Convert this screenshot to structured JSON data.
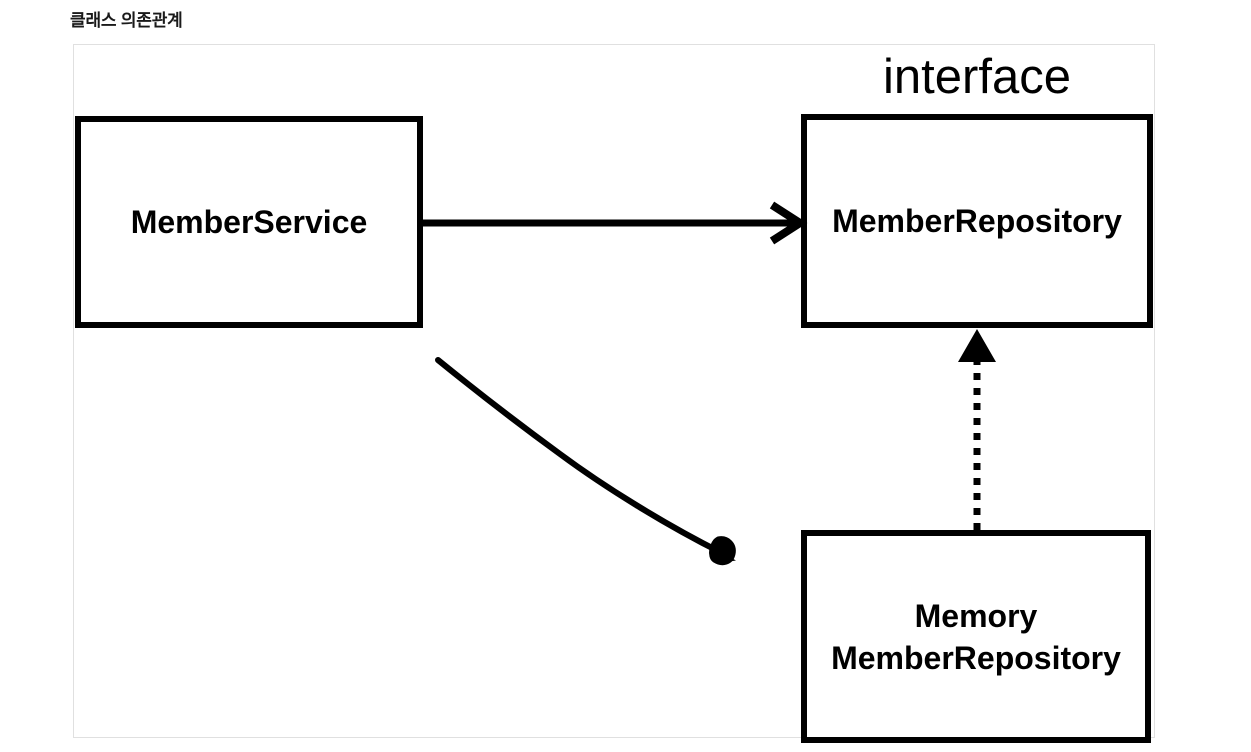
{
  "caption": "클래스 의존관계",
  "diagram": {
    "stereotype": "interface",
    "boxes": [
      {
        "id": "member-service",
        "label": "MemberService"
      },
      {
        "id": "member-repository",
        "label": "MemberRepository"
      },
      {
        "id": "memory-member-repository",
        "label_line1": "Memory",
        "label_line2": "MemberRepository"
      }
    ],
    "connectors": [
      {
        "name": "dependency-arrow",
        "from": "MemberService",
        "to": "MemberRepository",
        "style": "solid",
        "arrowhead": "open"
      },
      {
        "name": "handdrawn-arrow",
        "from": "MemberService",
        "to": "MemoryMemberRepository",
        "style": "freehand",
        "arrowhead": "scribble"
      },
      {
        "name": "realization-arrow",
        "from": "MemoryMemberRepository",
        "to": "MemberRepository",
        "style": "dashed",
        "arrowhead": "closed-triangle"
      }
    ]
  },
  "colors": {
    "stroke": "#000000",
    "frame_border": "#e0e0e0",
    "background": "#ffffff",
    "caption_text": "#1a1a1a"
  }
}
